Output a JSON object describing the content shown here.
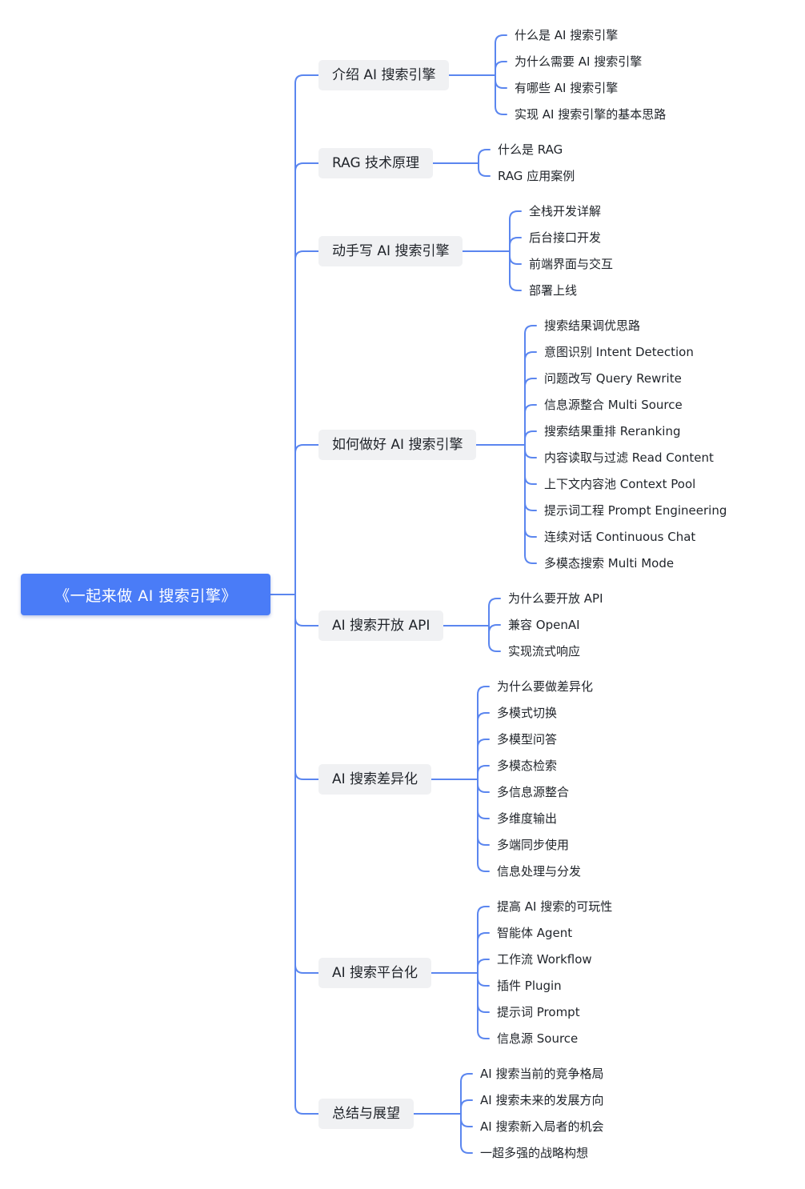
{
  "root": {
    "title": "《一起来做 AI 搜索引擎》"
  },
  "colors": {
    "line": "#5b86ef",
    "root_bg": "#4a7cf7",
    "branch_bg": "#f0f1f3",
    "text": "#1f2329"
  },
  "branches": [
    {
      "title": "介绍 AI 搜索引擎",
      "children": [
        "什么是 AI 搜索引擎",
        "为什么需要 AI 搜索引擎",
        "有哪些 AI 搜索引擎",
        "实现 AI 搜索引擎的基本思路"
      ]
    },
    {
      "title": "RAG 技术原理",
      "children": [
        "什么是 RAG",
        "RAG 应用案例"
      ]
    },
    {
      "title": "动手写 AI 搜索引擎",
      "children": [
        "全栈开发详解",
        "后台接口开发",
        "前端界面与交互",
        "部署上线"
      ]
    },
    {
      "title": "如何做好 AI 搜索引擎",
      "children": [
        "搜索结果调优思路",
        "意图识别 Intent Detection",
        "问题改写 Query Rewrite",
        "信息源整合 Multi Source",
        "搜索结果重排 Reranking",
        "内容读取与过滤 Read Content",
        "上下文内容池 Context Pool",
        "提示词工程 Prompt Engineering",
        "连续对话 Continuous Chat",
        "多模态搜索 Multi Mode"
      ]
    },
    {
      "title": "AI 搜索开放 API",
      "children": [
        "为什么要开放 API",
        "兼容 OpenAI",
        "实现流式响应"
      ]
    },
    {
      "title": "AI 搜索差异化",
      "children": [
        "为什么要做差异化",
        "多模式切换",
        "多模型问答",
        "多模态检索",
        "多信息源整合",
        "多维度输出",
        "多端同步使用",
        "信息处理与分发"
      ]
    },
    {
      "title": "AI 搜索平台化",
      "children": [
        "提高 AI 搜索的可玩性",
        "智能体 Agent",
        "工作流 Workflow",
        "插件 Plugin",
        "提示词 Prompt",
        "信息源 Source"
      ]
    },
    {
      "title": "总结与展望",
      "children": [
        "AI 搜索当前的竞争格局",
        "AI 搜索未来的发展方向",
        "AI 搜索新入局者的机会",
        "一超多强的战略构想"
      ]
    }
  ]
}
